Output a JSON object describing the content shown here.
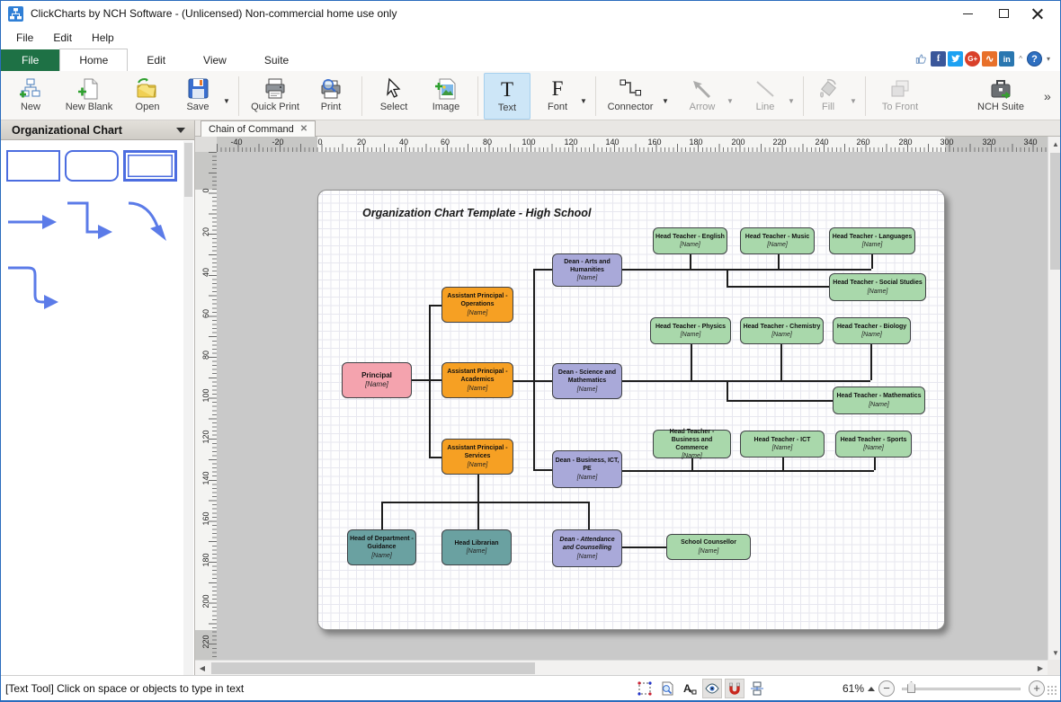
{
  "window": {
    "title": "ClickCharts by NCH Software - (Unlicensed) Non-commercial home use only"
  },
  "menu": {
    "items": [
      "File",
      "Edit",
      "Help"
    ]
  },
  "ribbon": {
    "tabs": [
      "File",
      "Home",
      "Edit",
      "View",
      "Suite"
    ],
    "active_tab": "Home",
    "overflow_glyph": "»",
    "buttons": [
      {
        "label": "New"
      },
      {
        "label": "New Blank"
      },
      {
        "label": "Open"
      },
      {
        "label": "Save",
        "dropdown": true
      },
      {
        "label": "Quick Print"
      },
      {
        "label": "Print"
      },
      {
        "label": "Select"
      },
      {
        "label": "Image"
      },
      {
        "label": "Text",
        "active": true
      },
      {
        "label": "Font",
        "dropdown": true
      },
      {
        "label": "Connector",
        "dropdown": true
      },
      {
        "label": "Arrow",
        "dropdown": true,
        "disabled": true
      },
      {
        "label": "Line",
        "dropdown": true,
        "disabled": true
      },
      {
        "label": "Fill",
        "dropdown": true,
        "disabled": true
      },
      {
        "label": "To Front",
        "disabled": true
      },
      {
        "label": "NCH Suite"
      }
    ]
  },
  "social": {
    "facebook_glyph": "f",
    "google_glyph": "G+",
    "nch_glyph": "∿",
    "linkedin_glyph": "in",
    "help_glyph": "?"
  },
  "sidebar": {
    "title": "Organizational Chart"
  },
  "document_tab": {
    "label": "Chain of Command",
    "close_glyph": "✕"
  },
  "rulers": {
    "h": [
      "-40",
      "-20",
      "0",
      "20",
      "40",
      "60",
      "80",
      "100",
      "120",
      "140",
      "160",
      "180",
      "200",
      "220",
      "240",
      "260",
      "280",
      "300",
      "320",
      "340"
    ],
    "v": [
      "0",
      "20",
      "40",
      "60",
      "80",
      "100",
      "120",
      "140",
      "160",
      "180",
      "200",
      "220"
    ]
  },
  "diagram": {
    "title": "Organization Chart Template - High School",
    "name_placeholder": "[Name]",
    "palette": {
      "principal": "#f4a3ae",
      "assistant_principal": "#f6a023",
      "dean": "#a9a9d9",
      "head_teacher": "#a9d8ab",
      "department": "#6aa1a1",
      "connector": "#1d1d1d"
    },
    "nodes": [
      {
        "id": "principal",
        "title": "Principal",
        "name": "[Name]"
      },
      {
        "id": "ap-operations",
        "title": "Assistant Principal - Operations",
        "name": "[Name]"
      },
      {
        "id": "ap-academics",
        "title": "Assistant Principal - Academics",
        "name": "[Name]"
      },
      {
        "id": "ap-services",
        "title": "Assistant Principal - Services",
        "name": "[Name]"
      },
      {
        "id": "dean-arts",
        "title": "Dean - Arts and Humanities",
        "name": "[Name]"
      },
      {
        "id": "dean-science",
        "title": "Dean - Science and Mathematics",
        "name": "[Name]"
      },
      {
        "id": "dean-business",
        "title": "Dean - Business, ICT, PE",
        "name": "[Name]"
      },
      {
        "id": "ht-english",
        "title": "Head Teacher - English",
        "name": "[Name]"
      },
      {
        "id": "ht-music",
        "title": "Head Teacher - Music",
        "name": "[Name]"
      },
      {
        "id": "ht-languages",
        "title": "Head Teacher - Languages",
        "name": "[Name]"
      },
      {
        "id": "ht-social-studies",
        "title": "Head Teacher - Social Studies",
        "name": "[Name]"
      },
      {
        "id": "ht-physics",
        "title": "Head Teacher - Physics",
        "name": "[Name]"
      },
      {
        "id": "ht-chemistry",
        "title": "Head Teacher - Chemistry",
        "name": "[Name]"
      },
      {
        "id": "ht-biology",
        "title": "Head Teacher - Biology",
        "name": "[Name]"
      },
      {
        "id": "ht-mathematics",
        "title": "Head Teacher - Mathematics",
        "name": "[Name]"
      },
      {
        "id": "ht-business-commerce",
        "title": "Head Teacher - Business and Commerce",
        "name": "[Name]"
      },
      {
        "id": "ht-ict",
        "title": "Head Teacher - ICT",
        "name": "[Name]"
      },
      {
        "id": "ht-sports",
        "title": "Head Teacher - Sports",
        "name": "[Name]"
      },
      {
        "id": "hod-guidance",
        "title": "Head of Department - Guidance",
        "name": "[Name]"
      },
      {
        "id": "head-librarian",
        "title": "Head Librarian",
        "name": "[Name]"
      },
      {
        "id": "dean-attendance",
        "title": "Dean - Attendance and Counselling",
        "name": "[Name]"
      },
      {
        "id": "school-counsellor",
        "title": "School Counsellor",
        "name": "[Name]"
      }
    ]
  },
  "statusbar": {
    "message": "[Text Tool] Click on space or objects to type in text",
    "zoom": "61%"
  }
}
